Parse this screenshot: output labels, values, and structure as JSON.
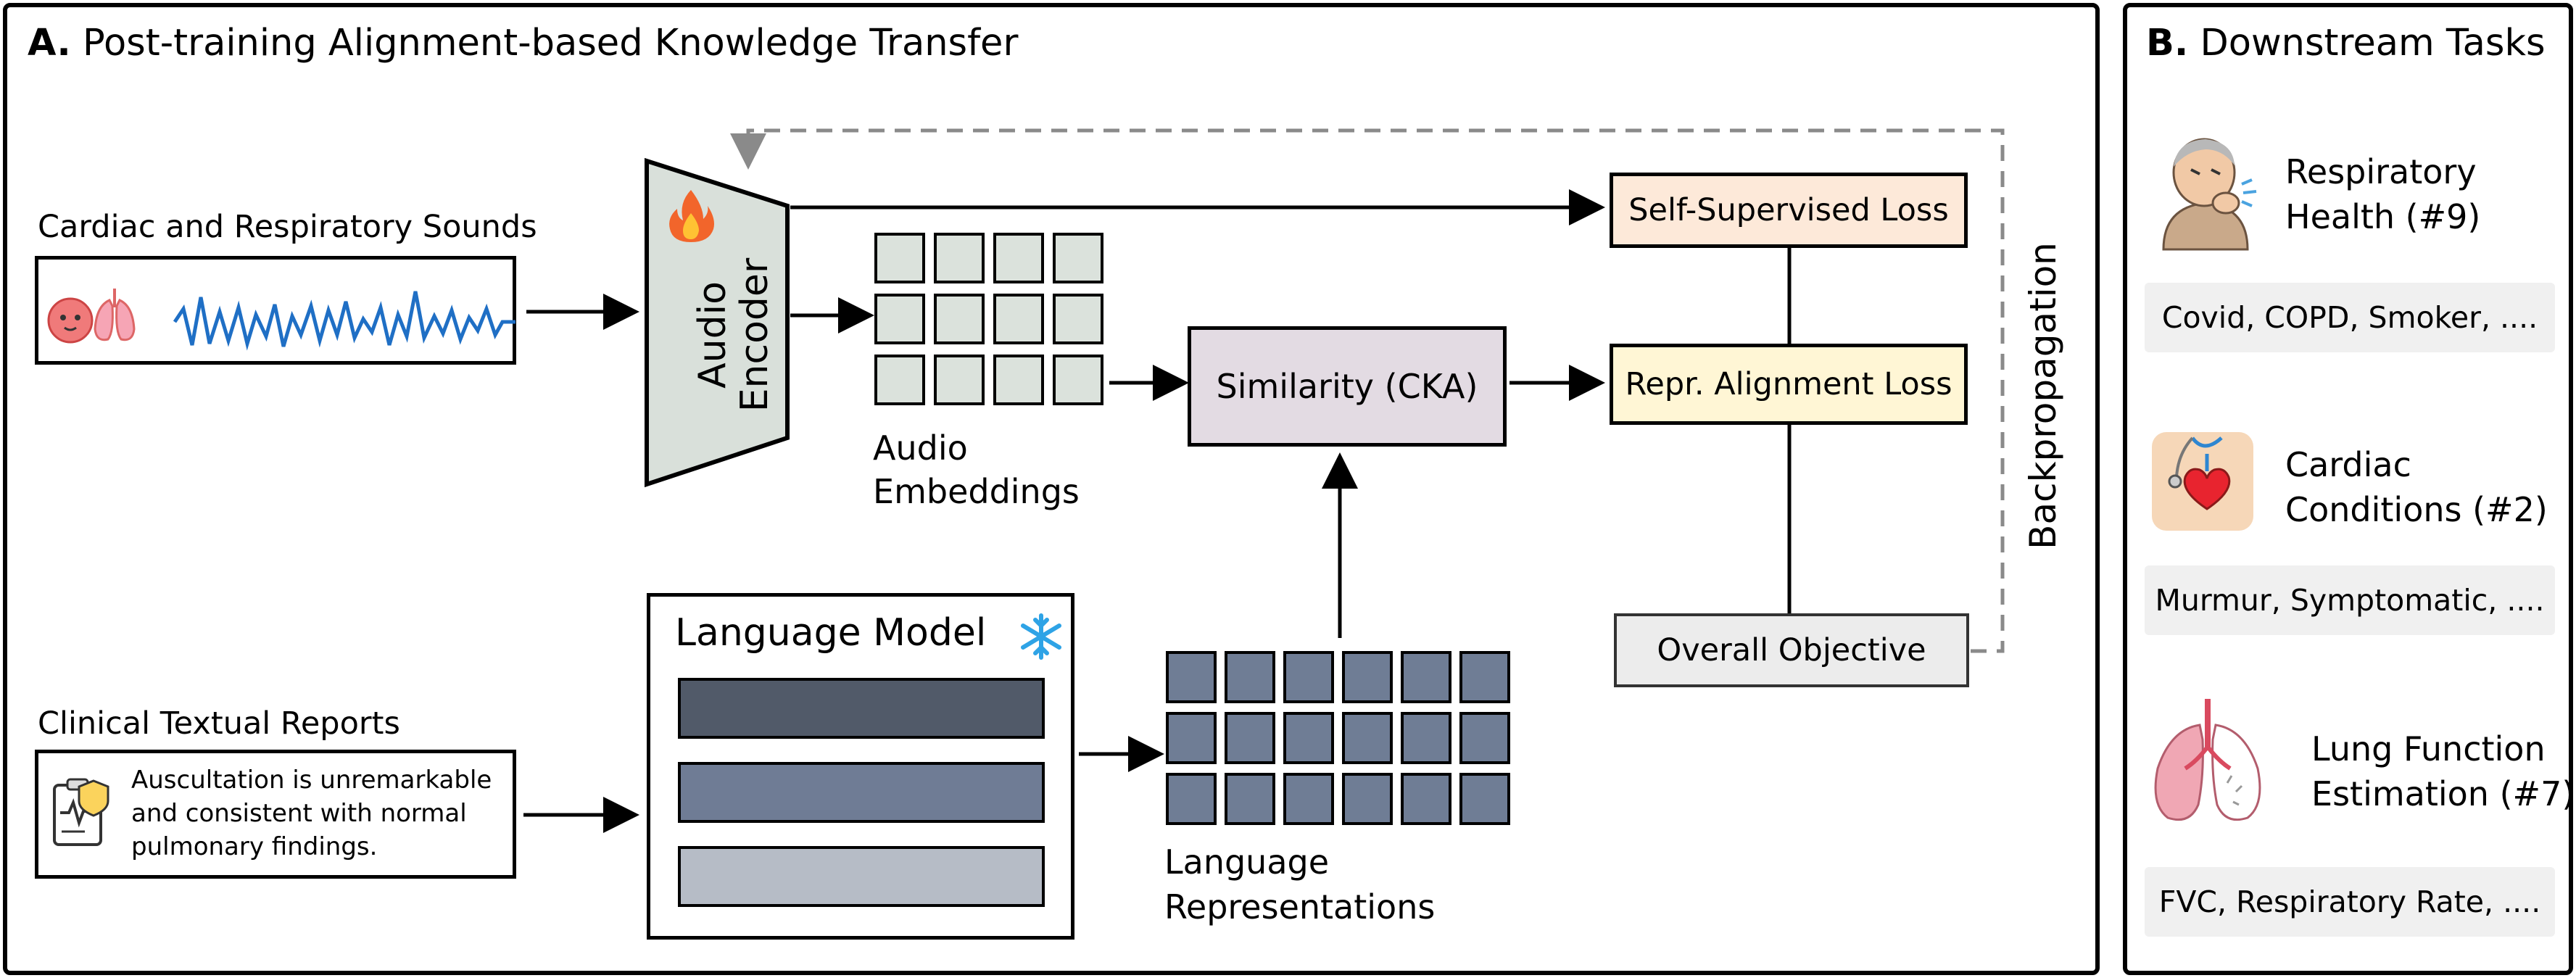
{
  "panel_a": {
    "label": "A.",
    "title": "Post-training Alignment-based Knowledge Transfer",
    "audio_input_label": "Cardiac and Respiratory Sounds",
    "text_input_label": "Clinical Textual Reports",
    "report_lines": [
      "Auscultation is unremarkable",
      "and consistent with normal",
      "pulmonary findings."
    ],
    "audio_encoder_lines": [
      "Audio",
      "Encoder"
    ],
    "audio_embeddings_lines": [
      "Audio",
      "Embeddings"
    ],
    "language_model": "Language Model",
    "language_repr_lines": [
      "Language",
      "Representations"
    ],
    "similarity": "Similarity (CKA)",
    "self_supervised_loss": "Self-Supervised Loss",
    "repr_alignment_loss": "Repr. Alignment Loss",
    "overall_objective": "Overall Objective",
    "backpropagation": "Backpropagation",
    "colors": {
      "encoder_fill": "#d9e0da",
      "audio_embedding_fill": "#dbe2dc",
      "language_repr_fill": "#6f7d95",
      "similarity_fill": "#e3dbe3",
      "ssl_fill": "#fde9d9",
      "ral_fill": "#fff6d5",
      "overall_fill": "#ececec",
      "lm_bar_dark": "#515a69",
      "lm_bar_mid": "#6f7c95",
      "lm_bar_light": "#b6bcc6",
      "waveform": "#1f6fc5",
      "dashed": "#8a8a8a"
    },
    "icons": [
      "fire-icon",
      "snowflake-icon",
      "heart-icon",
      "lungs-icon",
      "report-icon"
    ]
  },
  "panel_b": {
    "label": "B.",
    "title": "Downstream Tasks",
    "tasks": [
      {
        "name_lines": [
          "Respiratory",
          "Health (#9)"
        ],
        "examples": "Covid, COPD, Smoker, ....",
        "icon": "coughing-person-icon"
      },
      {
        "name_lines": [
          "Cardiac",
          "Conditions (#2)"
        ],
        "examples": "Murmur, Symptomatic, ....",
        "icon": "heart-stethoscope-icon"
      },
      {
        "name_lines": [
          "Lung Function",
          "Estimation (#7)"
        ],
        "examples": "FVC, Respiratory Rate, ....",
        "icon": "lungs-icon"
      }
    ]
  }
}
